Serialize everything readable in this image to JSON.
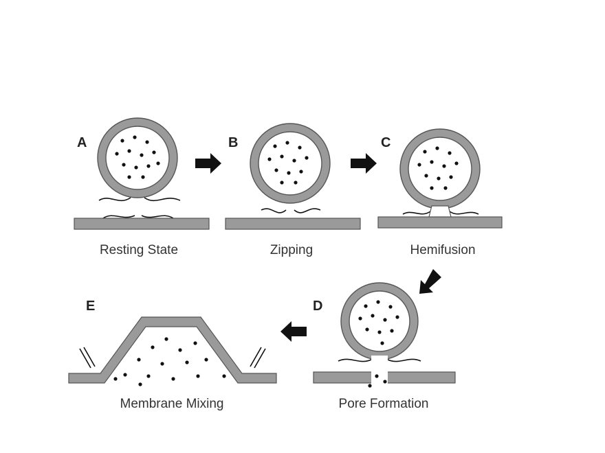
{
  "panels": [
    {
      "id": "A",
      "letter": "A",
      "caption": "Resting State"
    },
    {
      "id": "B",
      "letter": "B",
      "caption": "Zipping"
    },
    {
      "id": "C",
      "letter": "C",
      "caption": "Hemifusion"
    },
    {
      "id": "D",
      "letter": "D",
      "caption": "Pore Formation"
    },
    {
      "id": "E",
      "letter": "E",
      "caption": "Membrane Mixing"
    }
  ],
  "colors": {
    "membrane": "#9a9a9a",
    "outline": "#555555",
    "content_dot": "#111111"
  }
}
